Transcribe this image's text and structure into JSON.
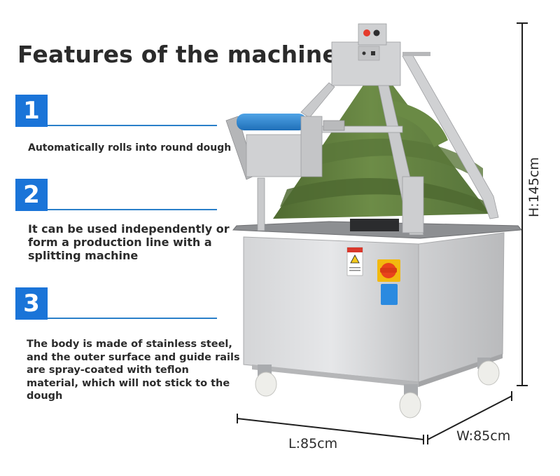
{
  "title": "Features of the machine:",
  "features": [
    {
      "number": "1",
      "text": "Automatically rolls into round dough"
    },
    {
      "number": "2",
      "text": "It can be used independently or form a production line with a splitting machine"
    },
    {
      "number": "3",
      "text": "The body is made of stainless steel, and the outer surface and guide rails are spray-coated with teflon material, which will not stick to the dough"
    }
  ],
  "dimensions": {
    "height": "H:145cm",
    "length": "L:85cm",
    "width": "W:85cm"
  },
  "colors": {
    "badge_blue": "#1a74d8",
    "rule_blue": "#2a7fc9",
    "cone_green": "#5e7c3c",
    "steel": "#c9cacc",
    "belt_blue": "#2f86d1",
    "switch_red": "#e8431c",
    "switch_yellow": "#f2b90f",
    "socket_blue": "#2a8ae0"
  },
  "machine_image": {
    "label": "Dough rounder machine with green cone and stainless steel cabinet"
  }
}
